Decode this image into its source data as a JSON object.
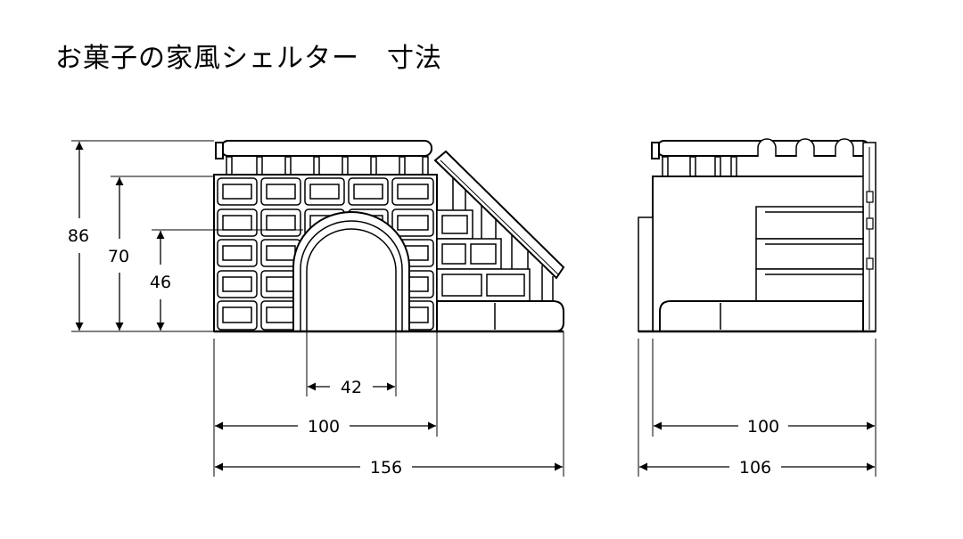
{
  "title": "お菓子の家風シェルター　寸法",
  "front_view": {
    "height_total": "86",
    "height_platform": "70",
    "height_arch": "46",
    "width_arch": "42",
    "width_body": "100",
    "width_total": "156"
  },
  "side_view": {
    "depth_body": "100",
    "depth_total": "106"
  },
  "colors": {
    "line": "#000000",
    "fill": "#ffffff"
  }
}
